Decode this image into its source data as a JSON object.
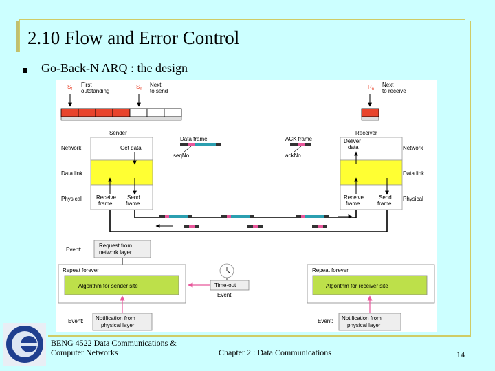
{
  "slide": {
    "title": "2.10 Flow and Error Control",
    "bullet": "Go-Back-N ARQ : the design"
  },
  "diagram": {
    "sf_label": "S",
    "sf_sub": "f",
    "first_outstanding_1": "First",
    "first_outstanding_2": "outstanding",
    "sn_label": "S",
    "sn_sub": "n",
    "next_to_send_1": "Next",
    "next_to_send_2": "to send",
    "rn_label": "R",
    "rn_sub": "n",
    "next_to_receive_1": "Next",
    "next_to_receive_2": "to receive",
    "sender": "Sender",
    "receiver": "Receiver",
    "network_left": "Network",
    "network_right": "Network",
    "datalink_left": "Data link",
    "datalink_right": "Data link",
    "physical_left": "Physical",
    "physical_right": "Physical",
    "get_data": "Get data",
    "deliver_data_1": "Deliver",
    "deliver_data_2": "data",
    "receive_frame_s_1": "Receive",
    "receive_frame_s_2": "frame",
    "send_frame_s_1": "Send",
    "send_frame_s_2": "frame",
    "receive_frame_r_1": "Receive",
    "receive_frame_r_2": "frame",
    "send_frame_r_1": "Send",
    "send_frame_r_2": "frame",
    "data_frame": "Data frame",
    "seqno": "seqNo",
    "ack_frame": "ACK frame",
    "ackno": "ackNo",
    "event_1": "Event:",
    "request_1": "Request from",
    "request_2": "network layer",
    "repeat_forever_s": "Repeat forever",
    "repeat_forever_r": "Repeat forever",
    "alg_sender": "Algorithm for sender site",
    "alg_receiver": "Algorithm for receiver site",
    "timeout": "Time-out",
    "event_2": "Event:",
    "event_3": "Event:",
    "event_4": "Event:",
    "notif_s_1": "Notification from",
    "notif_s_2": "physical layer",
    "notif_r_1": "Notification from",
    "notif_r_2": "physical layer"
  },
  "footer": {
    "course_1": "BENG 4522 Data Communications &",
    "course_2": "Computer Networks",
    "chapter": "Chapter 2 : Data Communications",
    "page": "14"
  },
  "colors": {
    "background": "#CCFFFF",
    "frame": "#cfcc66",
    "red": "#e8442c",
    "yellow": "#ffff33",
    "green": "#bde04a",
    "teal": "#2b9fb0",
    "pink": "#e8579b"
  }
}
